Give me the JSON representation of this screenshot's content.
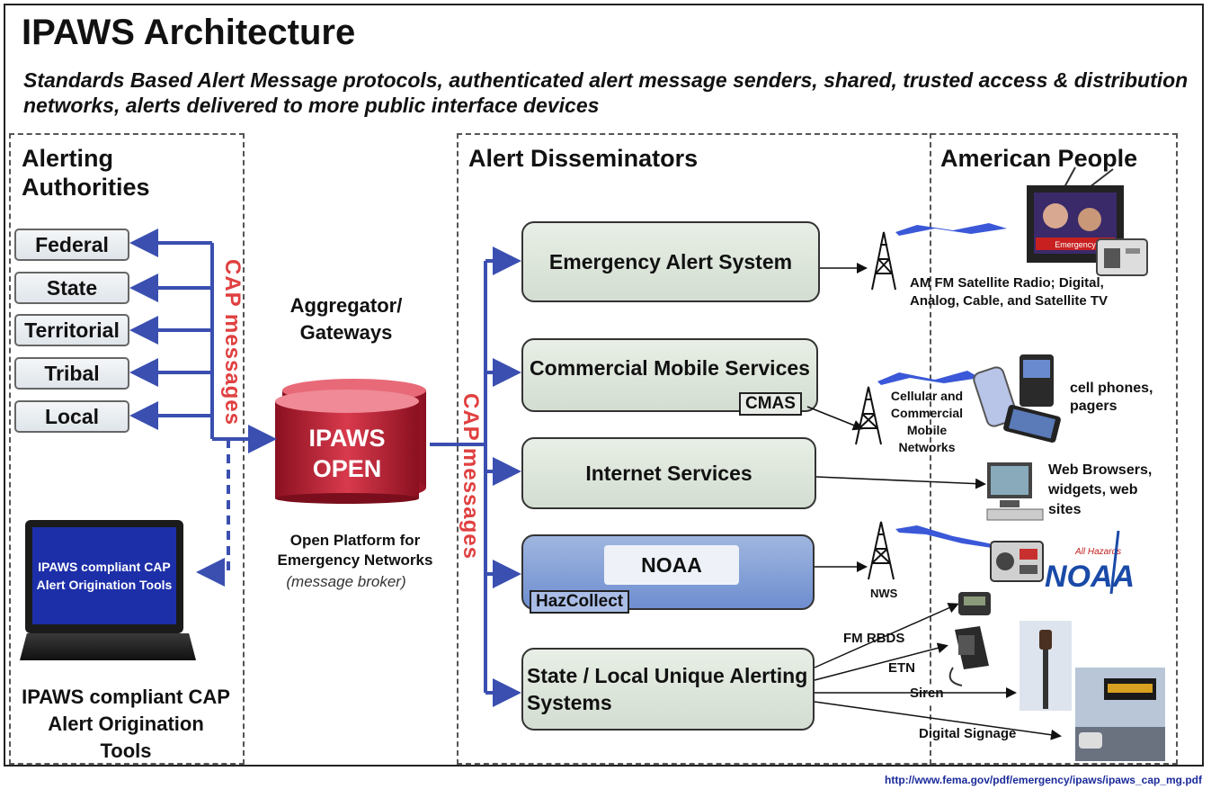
{
  "title": "IPAWS Architecture",
  "subtitle": "Standards Based Alert Message protocols, authenticated alert message senders, shared, trusted access & distribution networks, alerts delivered to more public interface devices",
  "sections": {
    "authorities": "Alerting Authorities",
    "disseminators": "Alert Disseminators",
    "people": "American People"
  },
  "authorities": [
    "Federal",
    "State",
    "Territorial",
    "Tribal",
    "Local"
  ],
  "cap_messages_left": "CAP messages",
  "cap_messages_right": "CAP messages",
  "laptop_screen_text": "IPAWS compliant CAP Alert Origination Tools",
  "laptop_caption": "IPAWS compliant CAP Alert Origination Tools",
  "aggregator_label": "Aggregator/ Gateways",
  "ipaws_open": "IPAWS OPEN",
  "open_platform": "Open Platform for Emergency Networks",
  "message_broker": "(message broker)",
  "disseminators": {
    "eas": "Emergency Alert System",
    "cms": "Commercial Mobile Services",
    "cmas_tag": "CMAS",
    "internet": "Internet Services",
    "noaa": "NOAA",
    "hazcollect_tag": "HazCollect",
    "state_local": "State / Local Unique Alerting Systems"
  },
  "outputs": {
    "radio_tv": "AM FM Satellite Radio; Digital, Analog, Cable, and Satellite TV",
    "cellular": "Cellular and Commercial Mobile Networks",
    "cell_phones": "cell phones, pagers",
    "web": "Web Browsers, widgets, web sites",
    "nws": "NWS",
    "fm_rbds": "FM RBDS",
    "etn": "ETN",
    "siren": "Siren",
    "digital_signage": "Digital Signage",
    "tv_screen_text": "Emergency",
    "noaa_logo": "NOAA",
    "noaa_logo_small": "All Hazards"
  },
  "url": "http://www.fema.gov/pdf/emergency/ipaws/ipaws_cap_mg.pdf",
  "colors": {
    "arrow_blue": "#3a4fb0",
    "cap_red": "#e04040",
    "ipaws_red": "#c4283a"
  },
  "icons": [
    "laptop-icon",
    "database-icon",
    "tower-icon",
    "tv-icon",
    "radio-icon",
    "phone-icon",
    "computer-icon",
    "pager-icon",
    "desk-phone-icon",
    "siren-icon",
    "road-sign-icon",
    "weather-radio-icon"
  ]
}
